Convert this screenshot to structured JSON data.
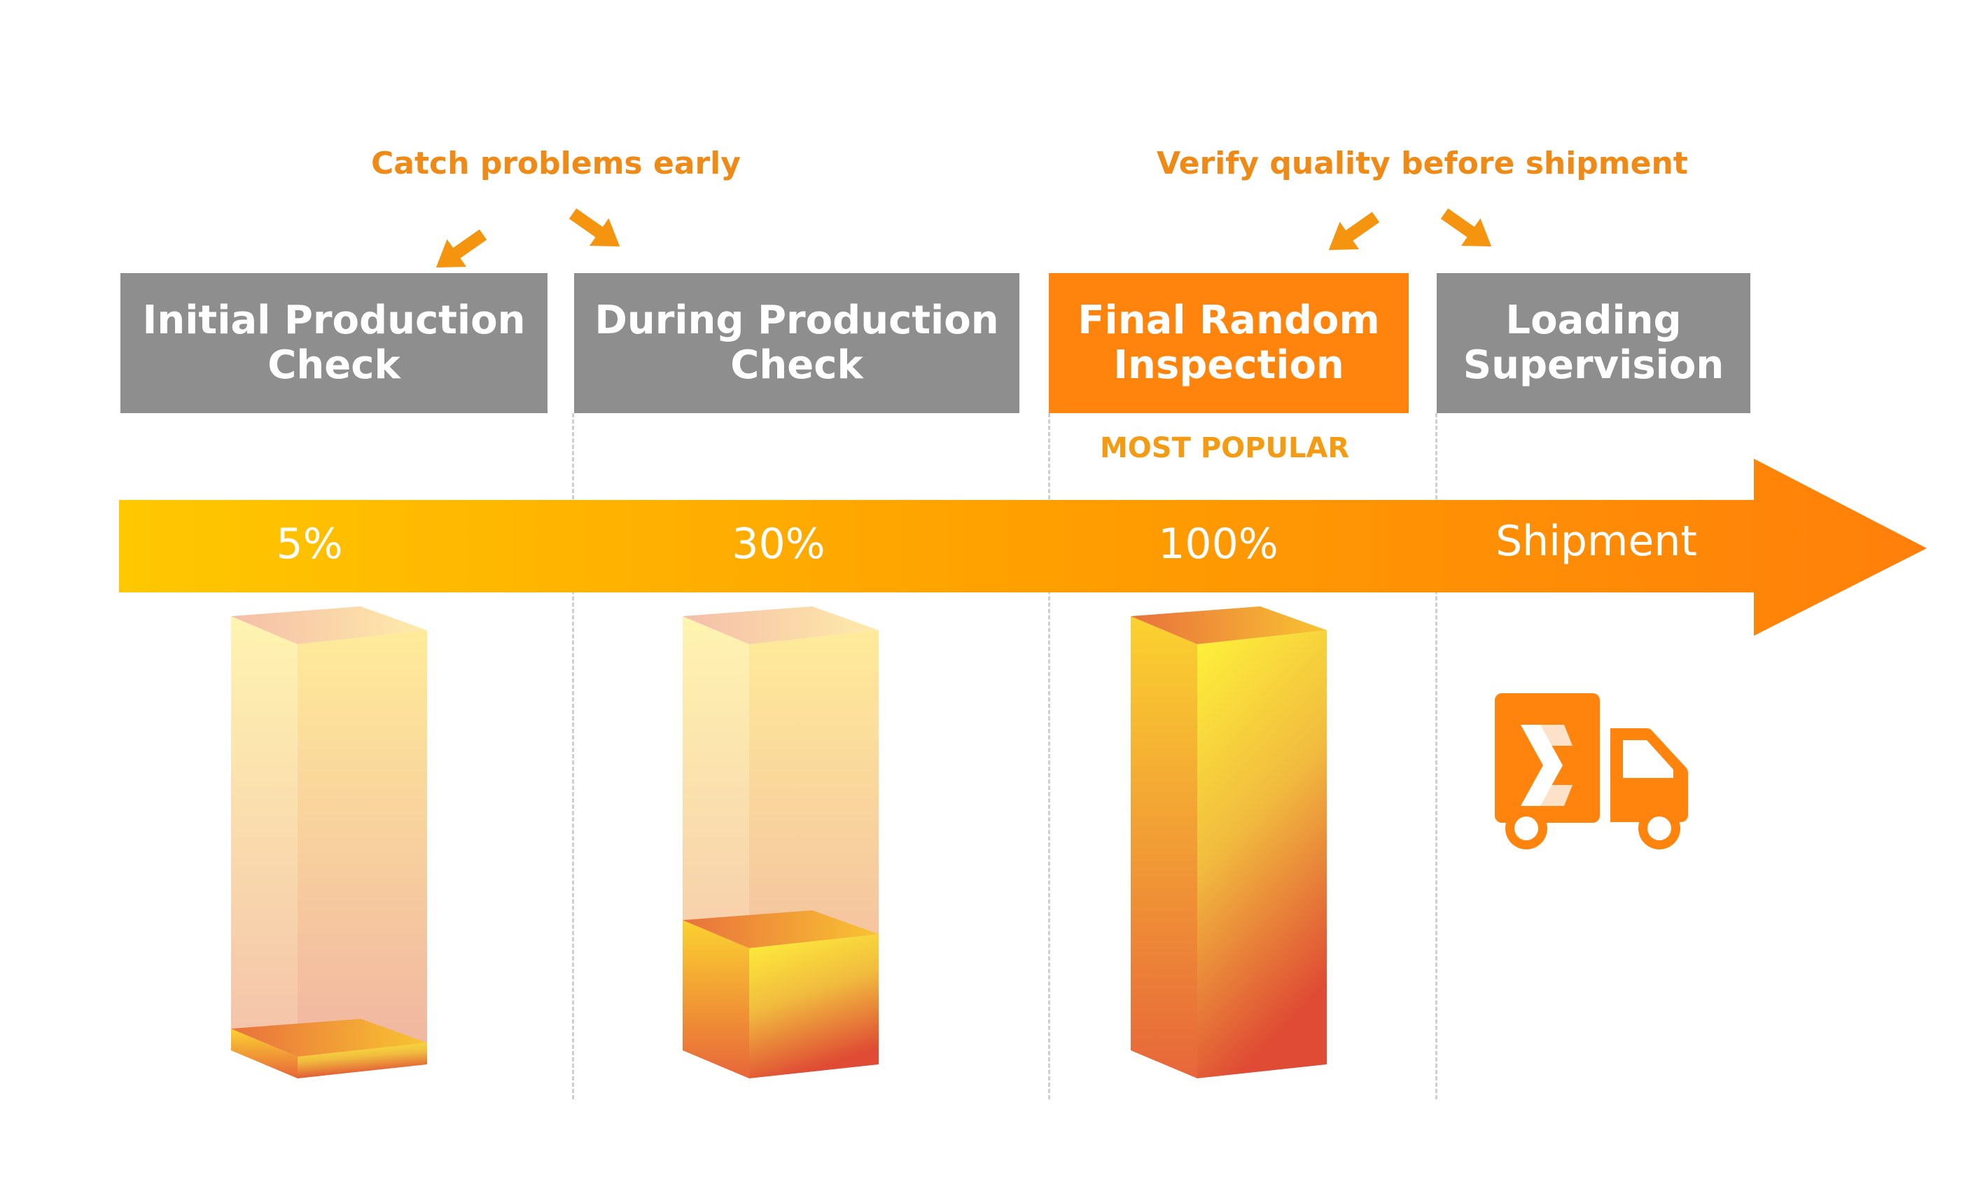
{
  "callouts": [
    {
      "text": "Catch problems early"
    },
    {
      "text": "Verify quality before shipment"
    }
  ],
  "stages": [
    {
      "label": "Initial Production Check",
      "color": "#8e8e8e",
      "percent_label": "5%"
    },
    {
      "label": "During Production Check",
      "color": "#8e8e8e",
      "percent_label": "30%"
    },
    {
      "label": "Final Random Inspection",
      "color": "#ff840d",
      "percent_label": "100%",
      "badge": "MOST POPULAR"
    },
    {
      "label": "Loading Supervision",
      "color": "#8e8e8e",
      "percent_label": "Shipment"
    }
  ],
  "chart_data": {
    "type": "bar",
    "categories": [
      "Initial Production Check",
      "During Production Check",
      "Final Random Inspection"
    ],
    "values": [
      5,
      30,
      100
    ],
    "ylim": [
      0,
      100
    ]
  },
  "colors": {
    "accent": "#ff840d",
    "callout": "#ef8a17",
    "arrow_start": "#ffc800",
    "arrow_end": "#ff7f0a",
    "gray_box": "#8e8e8e"
  },
  "icons": {
    "arrows": "arrow-icon",
    "truck": "delivery-truck-icon"
  }
}
